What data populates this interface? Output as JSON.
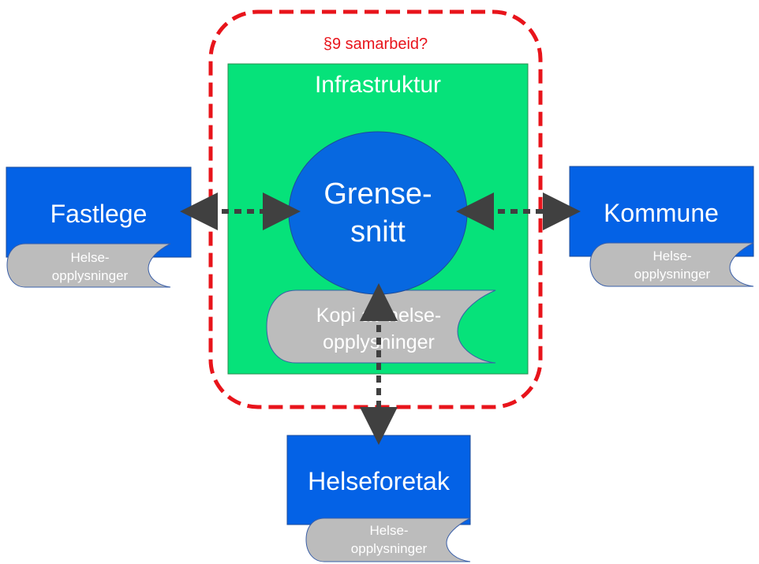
{
  "diagram": {
    "collab_label": "§9 samarbeid?",
    "infra_label": "Infrastruktur",
    "interface": {
      "line1": "Grense-",
      "line2": "snitt"
    },
    "copy_doc": {
      "line1": "Kopi av helse-",
      "line2": "opplysninger"
    },
    "fastlege": {
      "title": "Fastlege",
      "doc": {
        "line1": "Helse-",
        "line2": "opplysninger"
      }
    },
    "kommune": {
      "title": "Kommune",
      "doc": {
        "line1": "Helse-",
        "line2": "opplysninger"
      }
    },
    "helseforetak": {
      "title": "Helseforetak",
      "doc": {
        "line1": "Helse-",
        "line2": "opplysninger"
      }
    },
    "colors": {
      "collab_border": "#e8141b",
      "infra_fill": "#06e27a",
      "box_fill": "#0462e6",
      "circle_fill": "#0768e0",
      "doc_fill": "#bcbcbc",
      "arrow": "#404040"
    }
  }
}
